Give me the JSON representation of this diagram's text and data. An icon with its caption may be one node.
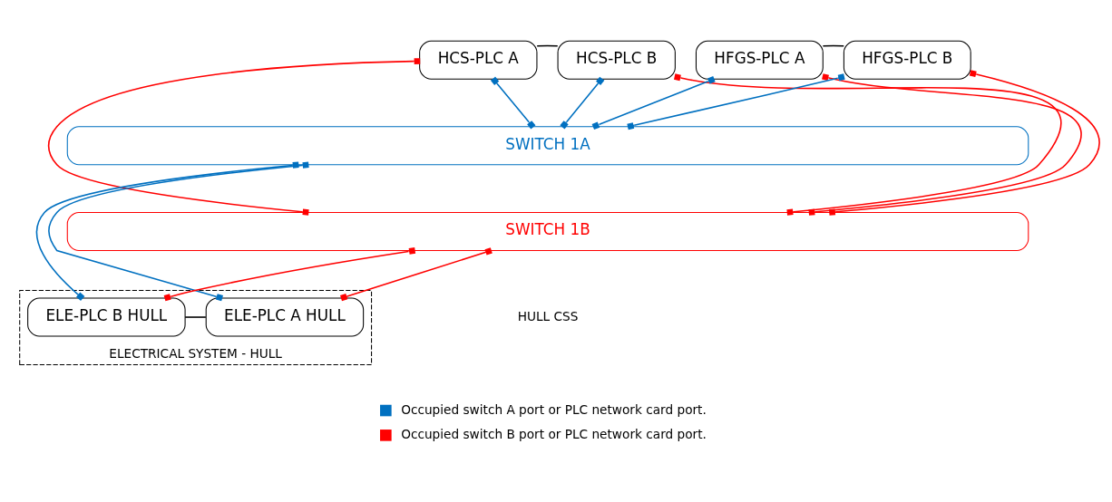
{
  "diagram": {
    "nodes": [
      {
        "text": [
          "HCS-PLC A"
        ]
      },
      {
        "text": [
          "HCS-PLC B"
        ]
      },
      {
        "text": [
          "HFGS-PLC A"
        ]
      },
      {
        "text": [
          "HFGS-PLC B"
        ]
      },
      {
        "text": [
          "SWITCH 1A"
        ]
      },
      {
        "text": [
          "SWITCH 1B"
        ]
      },
      {
        "text": [
          "ELECTRICAL SYSTEM - HULL"
        ]
      },
      {
        "text": [
          "ELE-PLC A HULL"
        ],
        "in": 6
      },
      {
        "text": [
          "ELE-PLC B HULL"
        ],
        "in": 6
      }
    ],
    "edges": [
      {
        "from": 0,
        "to": 1,
        "arrow": "none",
        "color": "#000000"
      },
      {
        "from": 2,
        "to": 3,
        "arrow": "none",
        "color": "#000000"
      },
      {
        "from": 0,
        "to": 4,
        "arrow": "other",
        "color": "#0070c0"
      },
      {
        "from": 0,
        "to": 5,
        "arrow": "other",
        "color": "#ff0000"
      },
      {
        "from": 1,
        "to": 4,
        "arrow": "other",
        "color": "#0070c0"
      },
      {
        "from": 1,
        "to": 5,
        "arrow": "other",
        "color": "#ff0000"
      },
      {
        "from": 2,
        "to": 4,
        "arrow": "other",
        "color": "#0070c0"
      },
      {
        "from": 2,
        "to": 5,
        "arrow": "other",
        "color": "#ff0000"
      },
      {
        "from": 3,
        "to": 4,
        "arrow": "other",
        "color": "#0070c0"
      },
      {
        "from": 3,
        "to": 5,
        "arrow": "other",
        "color": "#ff0000"
      },
      {
        "from": 4,
        "to": 7,
        "arrow": "other",
        "color": "#0070c0"
      },
      {
        "from": 5,
        "to": 7,
        "arrow": "other",
        "color": "#ff0000"
      },
      {
        "from": 4,
        "to": 8,
        "arrow": "other",
        "color": "#0070c0"
      },
      {
        "from": 5,
        "to": 8,
        "arrow": "other",
        "color": "#ff0000"
      },
      {
        "from": 7,
        "to": 8,
        "arrow": "none",
        "color": "#000000"
      }
    ],
    "labels": [
      "HULL CSS"
    ],
    "legend": [
      {
        "text": "Occupied switch A port or PLC network card port.",
        "color": "#0070c0"
      },
      {
        "text": "Occupied switch B port or PLC network card port.",
        "color": "#ff0000"
      }
    ]
  }
}
